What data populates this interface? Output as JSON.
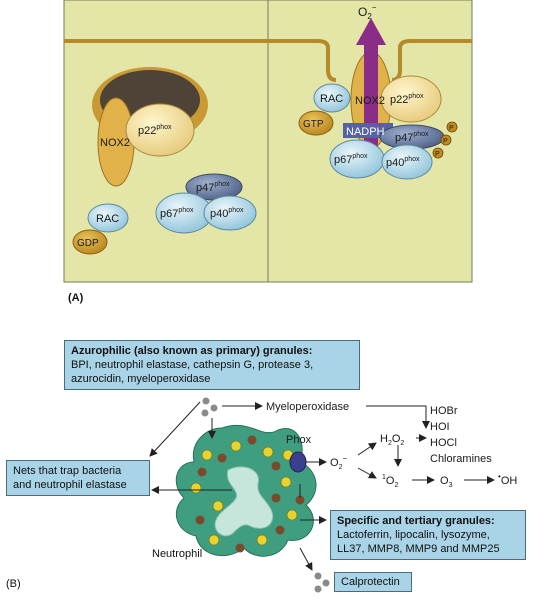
{
  "panel_a": {
    "label": "(A)",
    "left": {
      "nox2": "NOX2",
      "p22": "p22",
      "p22_sup": "phox",
      "rac": "RAC",
      "gdp": "GDP",
      "p47": "p47",
      "p47_sup": "phox",
      "p67": "p67",
      "p67_sup": "phox",
      "p40": "p40",
      "p40_sup": "phox"
    },
    "right": {
      "superoxide": "O",
      "superoxide_sub": "2",
      "superoxide_sup": "−",
      "nox2": "NOX2",
      "p22": "p22",
      "p22_sup": "phox",
      "rac": "RAC",
      "gtp": "GTP",
      "nadph": "NADPH",
      "p47": "p47",
      "p47_sup": "phox",
      "p67": "p67",
      "p67_sup": "phox",
      "p40": "p40",
      "p40_sup": "phox",
      "phospho": "P"
    },
    "colors": {
      "membrane_fill": "#e3e6a6",
      "membrane_border": "#b48a2a",
      "phagosome_dark": "#4e4336",
      "arrow_purple": "#8a2d86",
      "nadph_blue": "#5563a6"
    }
  },
  "panel_b": {
    "label": "(B)",
    "azurophilic": {
      "title": "Azurophilic (also known as primary) granules:",
      "lines": [
        "BPI, neutrophil elastase, cathepsin G, protease 3,",
        "azurocidin, myeloperoxidase"
      ]
    },
    "myeloperoxidase": "Myeloperoxidase",
    "products": [
      "HOBr",
      "HOI",
      "HOCl",
      "Chloramines"
    ],
    "phox": "Phox",
    "o2_minus": "O",
    "o2_minus_sub": "2",
    "o2_minus_sup": "−",
    "h2o2": "H",
    "h2o2_sub1": "2",
    "h2o2_mid": "O",
    "h2o2_sub2": "2",
    "singlet_sup": "1",
    "singlet": "O",
    "singlet_sub": "2",
    "ozone": "O",
    "ozone_sub": "3",
    "hydroxyl_sup": "•",
    "hydroxyl": "OH",
    "nets": [
      "Nets that trap bacteria",
      "and neutrophil elastase"
    ],
    "specific": {
      "title": "Specific and tertiary granules:",
      "lines": [
        "Lactoferrin, lipocalin, lysozyme,",
        "LL37, MMP8, MMP9 and MMP25"
      ]
    },
    "neutrophil": "Neutrophil",
    "calprotectin": "Calprotectin",
    "colors": {
      "cell_green": "#3f9e80",
      "box_blue": "#a9d3e6",
      "granule_yellow": "#e7d32f",
      "granule_brown": "#7b4a2c"
    }
  }
}
